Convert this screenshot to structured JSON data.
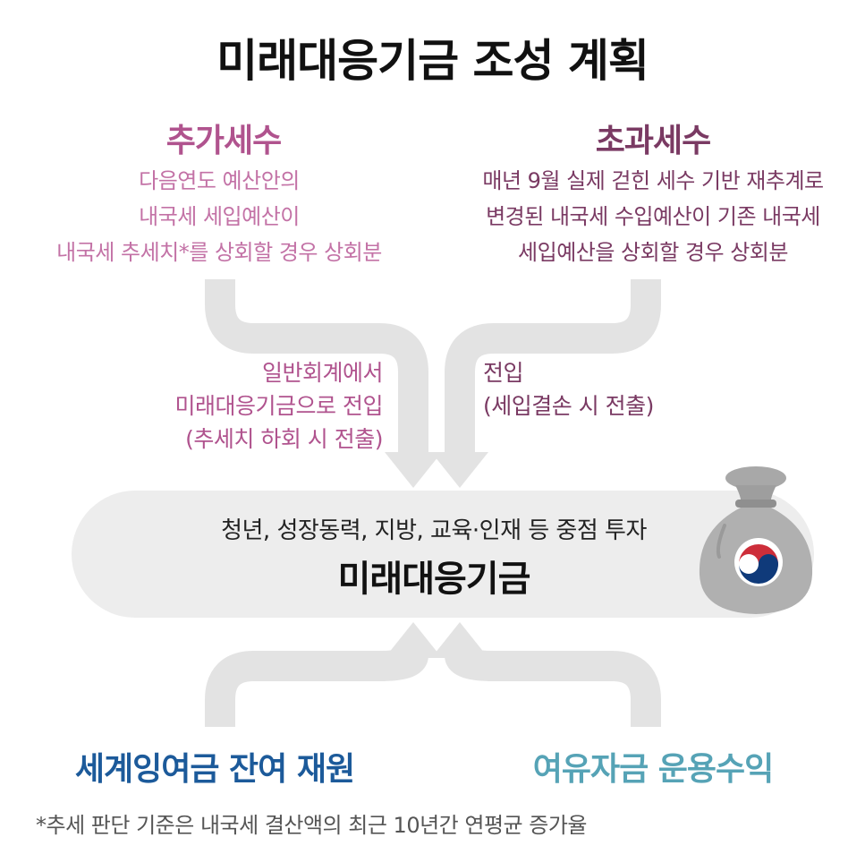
{
  "title": "미래대응기금 조성 계획",
  "additional_tax": {
    "heading": "추가세수",
    "desc": [
      "다음연도 예산안의",
      "내국세 세입예산이",
      "내국세 추세치*를 상회할 경우 상회분"
    ],
    "flow": [
      "일반회계에서",
      "미래대응기금으로 전입",
      "(추세치 하회 시 전출)"
    ]
  },
  "excess_tax": {
    "heading": "초과세수",
    "desc": [
      "매년 9월 실제 걷힌 세수 기반 재추계로",
      "변경된 내국세 수입예산이 기존 내국세",
      "세입예산을 상회할 경우 상회분"
    ],
    "flow": [
      "전입",
      "(세입결손 시 전출)"
    ]
  },
  "fund": {
    "subtitle": "청년, 성장동력, 지방, 교육·인재  등 중점 투자",
    "name": "미래대응기금"
  },
  "surplus": {
    "heading": "세계잉여금 잔여 재원"
  },
  "investment": {
    "heading": "여유자금 운용수익"
  },
  "footnote": "*추세 판단 기준은 내국세 결산액의 최근 10년간 연평균 증가율",
  "colors": {
    "additional": "#b0538e",
    "additional_light": "#c372a6",
    "excess": "#7a3a63",
    "surplus": "#1c5a9a",
    "investment": "#56a3b6",
    "arrow": "#e3e3e3",
    "fund_bar": "#ededed",
    "bag": "#b0b0b0",
    "taeguk_red": "#cd2e3a",
    "taeguk_blue": "#0f3a7a"
  },
  "icons": {
    "bag": "money-bag-icon",
    "emblem": "taegeuk-emblem-icon"
  }
}
